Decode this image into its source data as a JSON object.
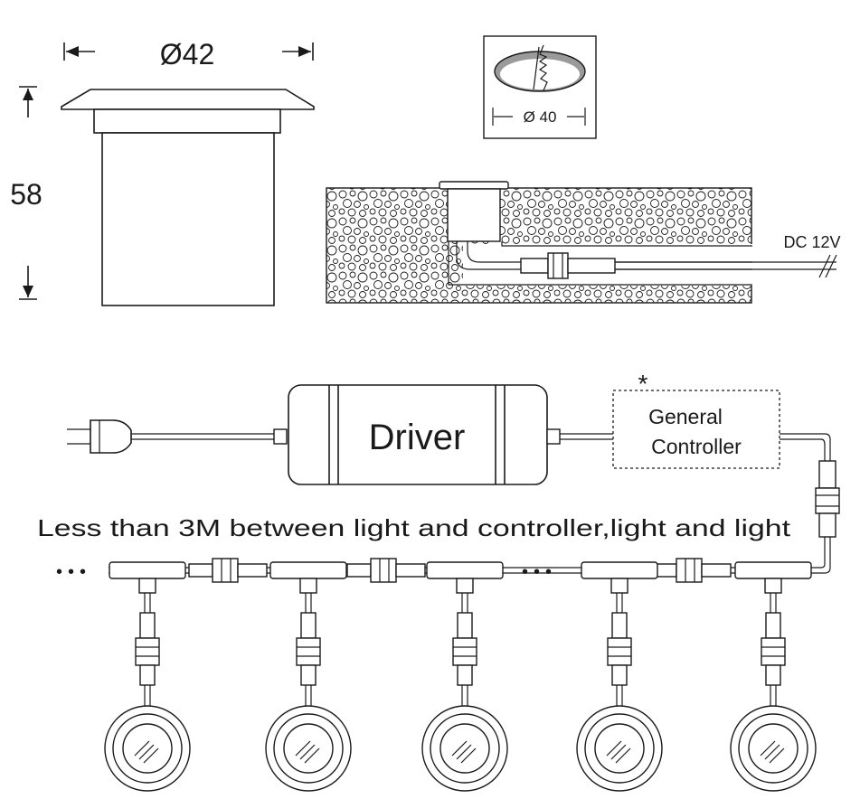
{
  "dimensions": {
    "diameter_label": "Ø42",
    "height_label": "58",
    "cutout_label": "Ø 40"
  },
  "install": {
    "supply_label": "DC 12V"
  },
  "wiring": {
    "driver_label": "Driver",
    "controller_marker": "*",
    "controller_line1": "General",
    "controller_line2": "Controller",
    "distance_note": "Less than 3M between light and controller,light and light",
    "ellipsis": "•••"
  },
  "lights": {
    "count": 5
  },
  "colors": {
    "ink": "#1a1a1a",
    "background": "#ffffff",
    "ring_fill": "#9a9a9a"
  }
}
